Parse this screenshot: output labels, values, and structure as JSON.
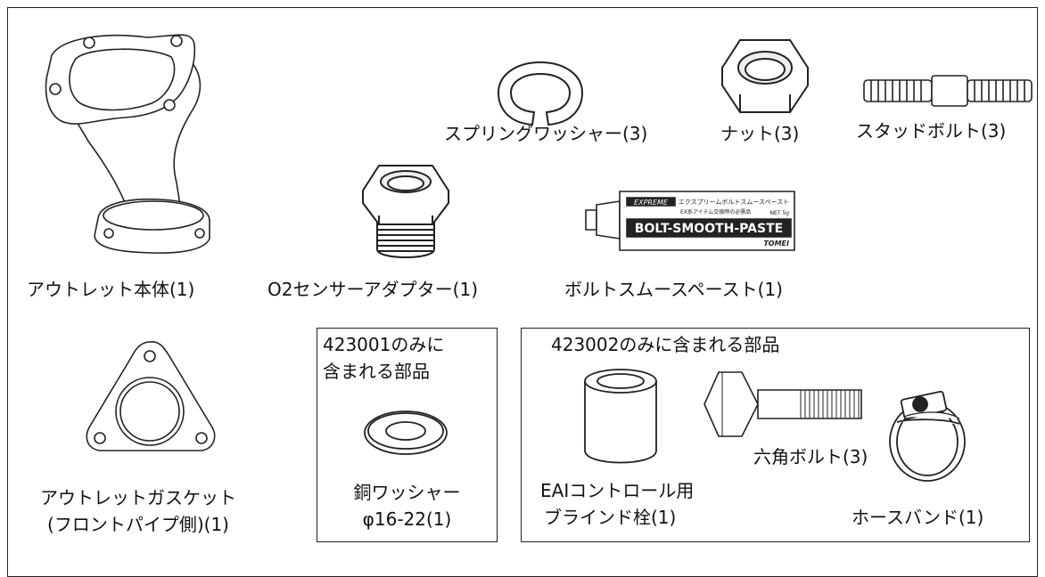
{
  "parts": {
    "outlet_body": "アウトレット本体(1)",
    "spring_washer": "スプリングワッシャー(3)",
    "nut": "ナット(3)",
    "stud_bolt": "スタッドボルト(3)",
    "o2_adapter": "O2センサーアダプター(1)",
    "bolt_paste": "ボルトスムースペースト(1)",
    "gasket_line1": "アウトレットガスケット",
    "gasket_line2": "(フロントパイプ側)(1)"
  },
  "tube_label": {
    "brand": "EXPREME",
    "jp_name": "エクスプリームボルトスムースペースト",
    "jp_sub": "EX系アイテム交換時の必需品",
    "net": "NET 5g",
    "product": "BOLT-SMOOTH-PASTE",
    "maker": "TOMEI"
  },
  "group_423001": {
    "title_line1": "423001のみに",
    "title_line2": "含まれる部品",
    "copper_washer_line1": "銅ワッシャー",
    "copper_washer_line2": "φ16-22(1)"
  },
  "group_423002": {
    "title": "423002のみに含まれる部品",
    "blind_plug_line1": "EAIコントロール用",
    "blind_plug_line2": "ブラインド栓(1)",
    "hex_bolt": "六角ボルト(3)",
    "hose_band": "ホースバンド(1)"
  },
  "colors": {
    "line": "#222222",
    "fill_light": "#ffffff",
    "shade": "#d8d8d8"
  }
}
